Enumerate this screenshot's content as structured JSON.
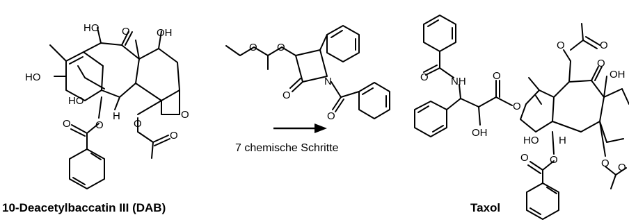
{
  "caption_left": "10-Deacetylbaccatin III (DAB)",
  "caption_right": "Taxol",
  "arrow_label": "7 chemische Schritte",
  "atoms": {
    "ho": "HO",
    "ho_left": "HO",
    "oh": "OH",
    "o": "O",
    "h": "H",
    "nh": "NH",
    "n": "N"
  }
}
